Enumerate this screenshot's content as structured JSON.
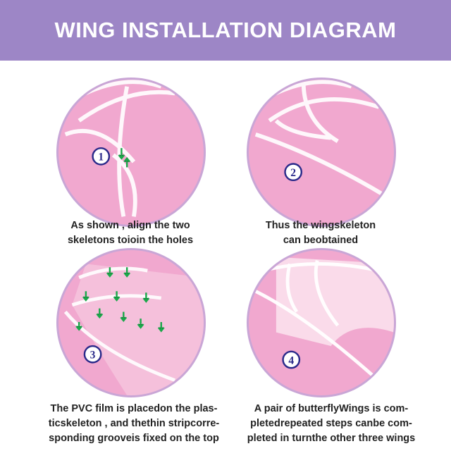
{
  "header": {
    "title": "WING INSTALLATION DIAGRAM"
  },
  "steps": [
    {
      "number": "1",
      "caption": [
        "As shown , align the two",
        "skeletons toioin the holes"
      ]
    },
    {
      "number": "2",
      "caption": [
        "Thus the wingskeleton",
        "can beobtained"
      ]
    },
    {
      "number": "3",
      "caption": [
        "The PVC film is placedon the plas-",
        "ticskeleton , and thethin stripcorre-",
        "sponding grooveis fixed on the top"
      ]
    },
    {
      "number": "4",
      "caption": [
        "A pair of butterflyWings is com-",
        "pletedrepeated steps canbe com-",
        "pleted in turnthe other three wings"
      ]
    }
  ],
  "colors": {
    "header": "#9d86c6",
    "circle": "#f1a8cf",
    "number": "#2a2a8a",
    "arrow": "#1aa84a"
  }
}
